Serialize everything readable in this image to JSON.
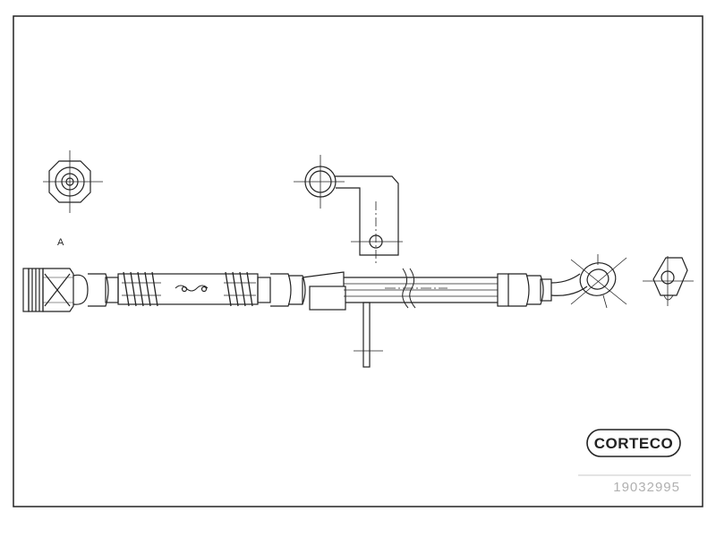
{
  "drawing": {
    "view_label": "A",
    "brand": "CORTECO",
    "part_number": "19032995",
    "line_color": "#222222",
    "part_number_color": "#b0b0b0"
  }
}
